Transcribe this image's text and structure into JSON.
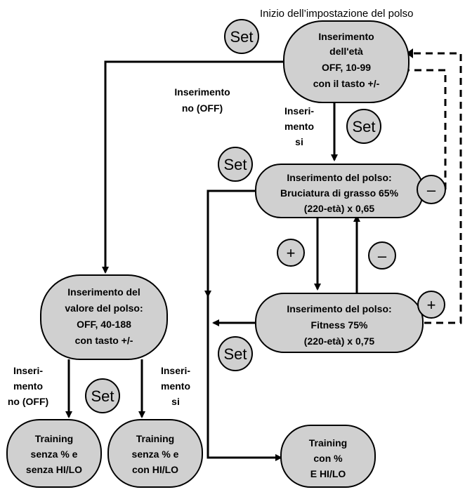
{
  "title": "Inizio dell’impostazione del polso",
  "nodes": {
    "age_input": [
      "Inserimento",
      "dell'età",
      "OFF, 10-99",
      "con il tasto +/-"
    ],
    "pulse_fat": [
      "Inserimento del polso:",
      "Bruciatura di grasso 65%",
      "(220-età) x 0,65"
    ],
    "pulse_fitness": [
      "Inserimento del polso:",
      "Fitness 75%",
      "(220-età) x 0,75"
    ],
    "pulse_value": [
      "Inserimento del",
      "valore del polso:",
      "OFF, 40-188",
      "con tasto  +/-"
    ],
    "training_none": [
      "Training",
      "senza % e",
      "senza HI/LO"
    ],
    "training_hilo": [
      "Training",
      "senza % e",
      "con HI/LO"
    ],
    "training_pct": [
      "Training",
      "con %",
      "E HI/LO"
    ]
  },
  "labels": {
    "age_no": [
      "Inserimento",
      "no (OFF)"
    ],
    "age_yes": [
      "Inseri-",
      "mento",
      "si"
    ],
    "pulse_no": [
      "Inseri-",
      "mento",
      "no (OFF)"
    ],
    "pulse_yes": [
      "Inseri-",
      "mento",
      "si"
    ]
  },
  "buttons": {
    "set": "Set",
    "plus": "+",
    "minus": "–"
  },
  "colors": {
    "node_fill": "#d0d0d0",
    "line": "#000000"
  }
}
